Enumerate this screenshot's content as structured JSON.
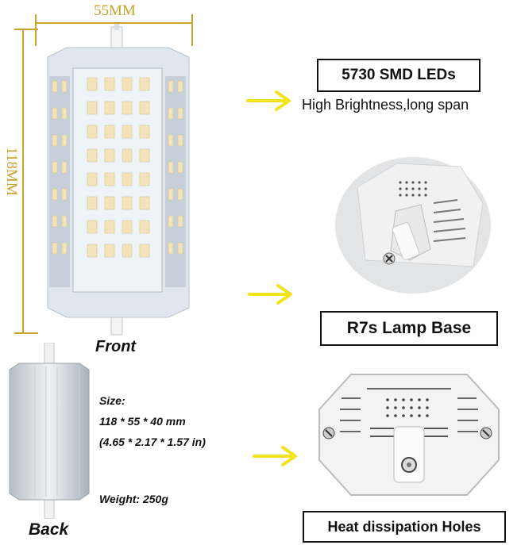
{
  "dimensions": {
    "width_label": "55MM",
    "height_label": "118MM"
  },
  "labels": {
    "front": "Front",
    "back": "Back"
  },
  "features": {
    "leds_title": "5730 SMD LEDs",
    "leds_subtitle": "High Brightness,long span",
    "base_title": "R7s Lamp Base",
    "holes_title": "Heat dissipation Holes"
  },
  "specs": {
    "size_label": "Size:",
    "size_mm": "118 * 55 * 40 mm",
    "size_in": "(4.65 * 2.17 * 1.57 in)",
    "weight": "Weight: 250g"
  },
  "colors": {
    "arrow": "#f2e21b",
    "led": "#f3e3b8",
    "dimension": "#c9a227",
    "housing": "#e6ecf2"
  }
}
